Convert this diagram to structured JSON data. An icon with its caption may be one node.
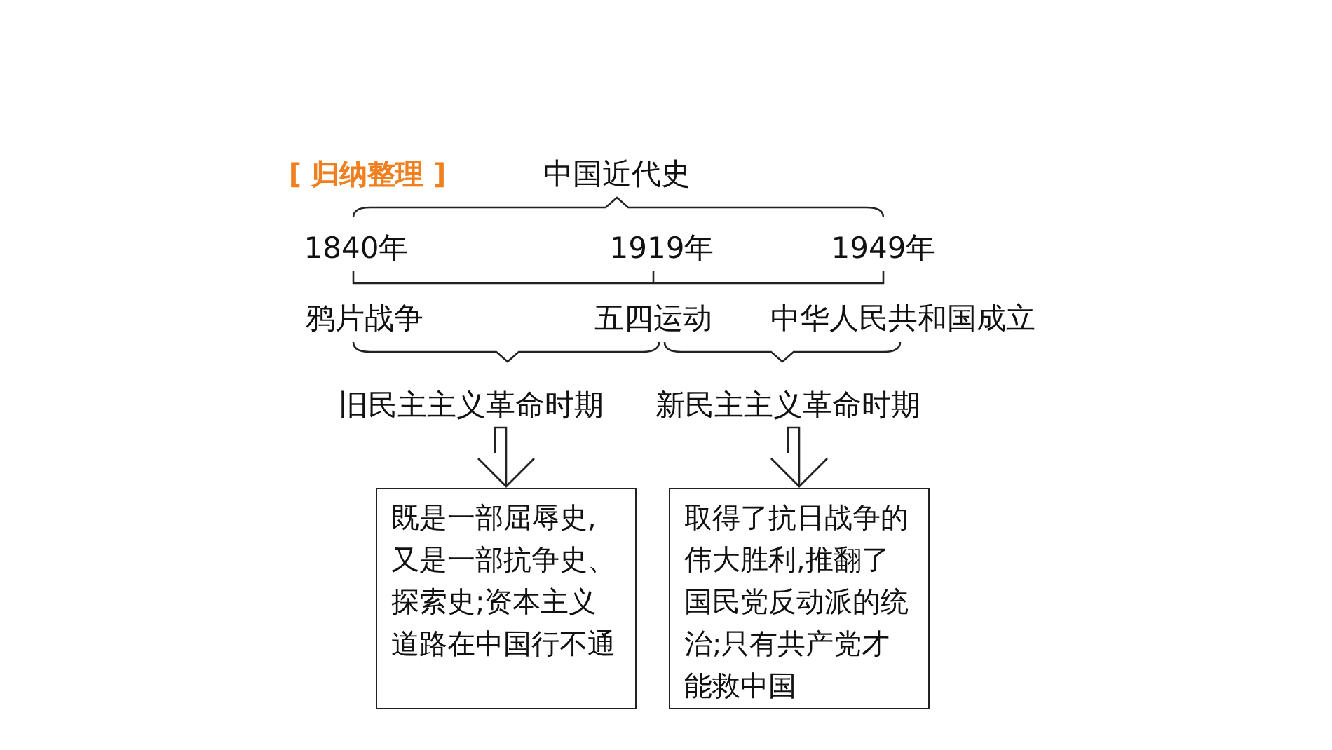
{
  "diagram": {
    "nodes": [
      {
        "text": [
          "旧民主主义革命时期"
        ]
      },
      {
        "text": [
          "新民主主义革命时期"
        ]
      },
      {
        "text": [
          "既是一部屈辱史,又是一部抗争史、探索史;资本主义道路在中国行不通"
        ]
      },
      {
        "text": [
          "取得了抗日战争的伟大胜利,推翻了国民党反动派的统治;只有共产党才能救中国"
        ]
      }
    ],
    "edges": [
      {
        "from": 0,
        "to": 2,
        "arrow": "to"
      },
      {
        "from": 1,
        "to": 3,
        "arrow": "to"
      }
    ],
    "labels": [
      "[ 归纳整理 ]",
      "中国近代史",
      "1840年",
      "1919年",
      "1949年",
      "鸦片战争",
      "五四运动",
      "中华人民共和国成立"
    ]
  }
}
